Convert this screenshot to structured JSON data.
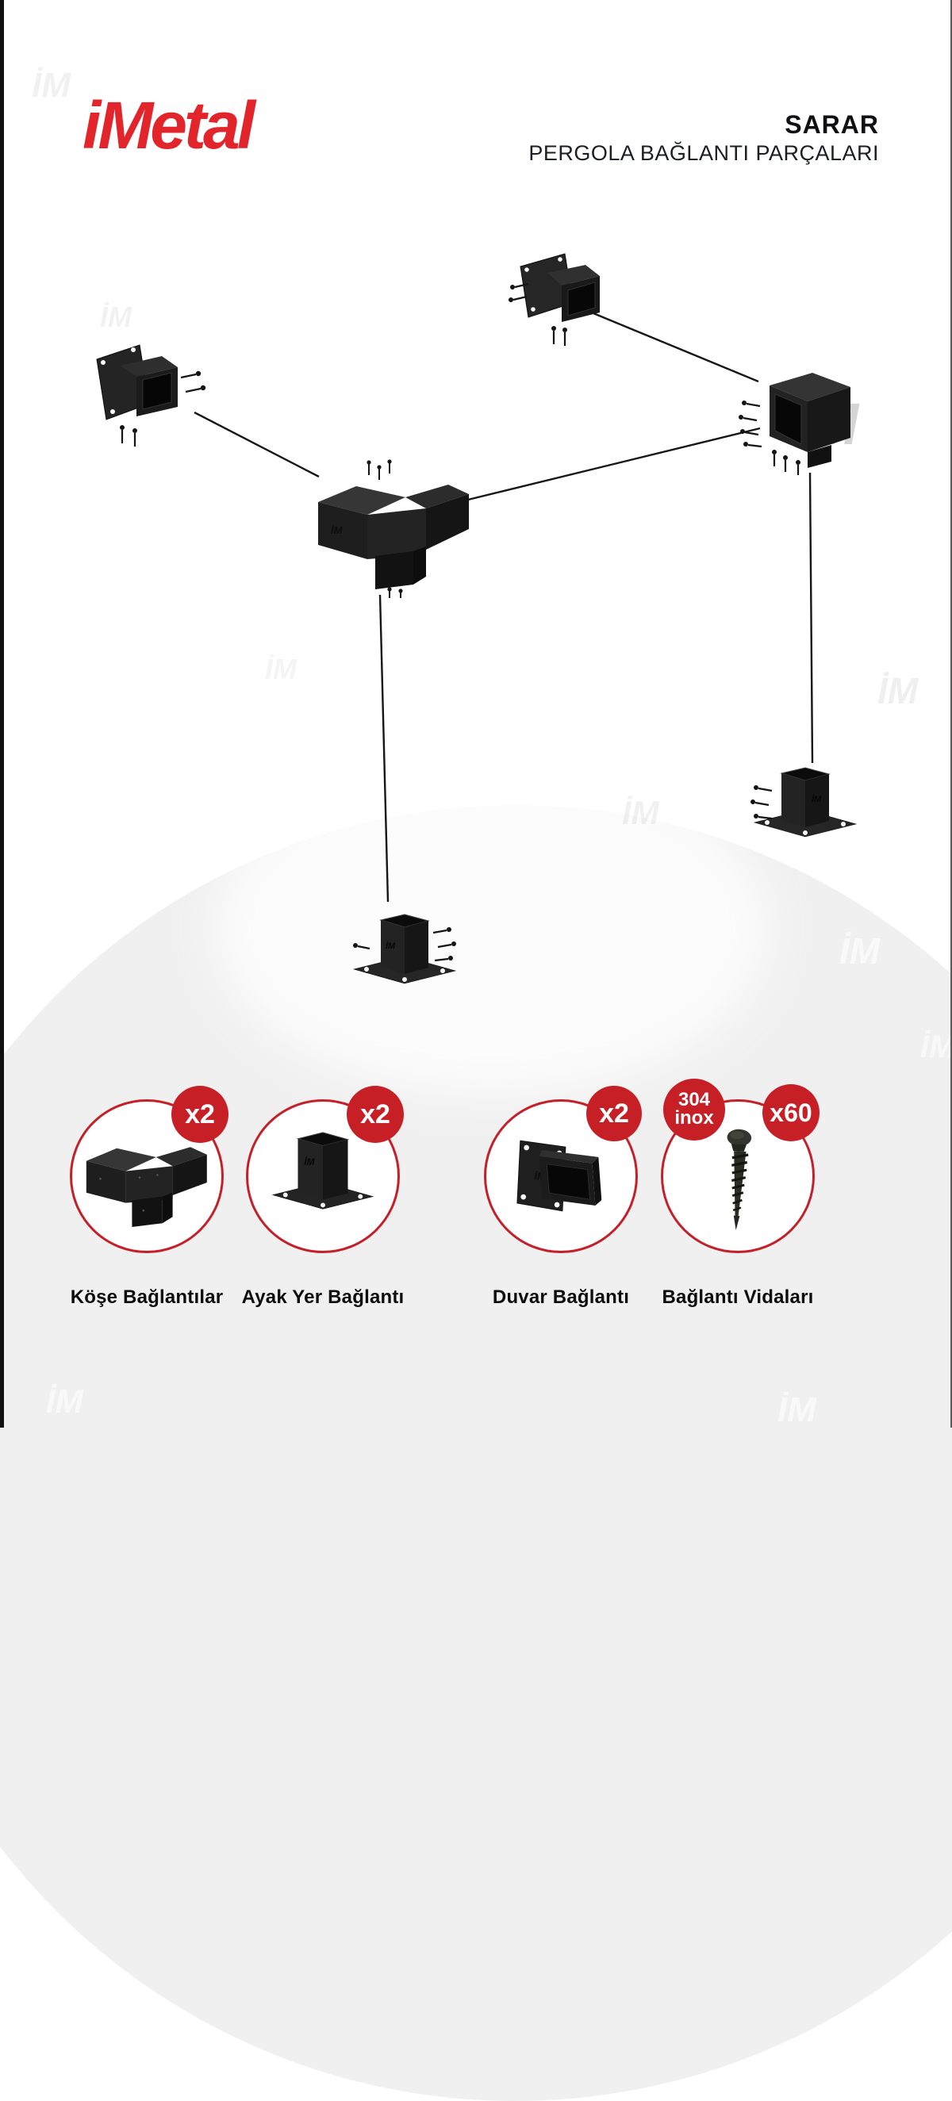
{
  "header": {
    "logo_text": "iMetal",
    "title": "SARAR",
    "subtitle": "PERGOLA BAĞLANTI PARÇALARI"
  },
  "watermark": {
    "text": "İM"
  },
  "colors": {
    "brand_red": "#e1252b",
    "badge_red": "#c62026",
    "circle_border_red": "#c3202a",
    "gray_section": "#f0f0f1",
    "connector_line": "#161616",
    "part_black": "#1d1d1d",
    "text_dark": "#101014"
  },
  "diagram": {
    "parts": [
      {
        "icon": "wall-bracket-icon",
        "position": "top-center"
      },
      {
        "icon": "wall-bracket-icon",
        "position": "left"
      },
      {
        "icon": "corner-connector-icon",
        "position": "right"
      },
      {
        "icon": "corner-connector-icon",
        "position": "center"
      },
      {
        "icon": "post-base-icon",
        "position": "bottom-right"
      },
      {
        "icon": "post-base-icon",
        "position": "bottom-center"
      }
    ]
  },
  "catalog": {
    "items": [
      {
        "label": "Köşe Bağlantılar",
        "count": "x2",
        "icon": "corner-connector-icon"
      },
      {
        "label": "Ayak Yer Bağlantı",
        "count": "x2",
        "icon": "post-base-icon"
      },
      {
        "label": "Duvar Bağlantı",
        "count": "x2",
        "icon": "wall-bracket-icon"
      },
      {
        "label": "Bağlantı Vidaları",
        "count": "x60",
        "material_line1": "304",
        "material_line2": "inox",
        "icon": "screw-icon"
      }
    ]
  }
}
